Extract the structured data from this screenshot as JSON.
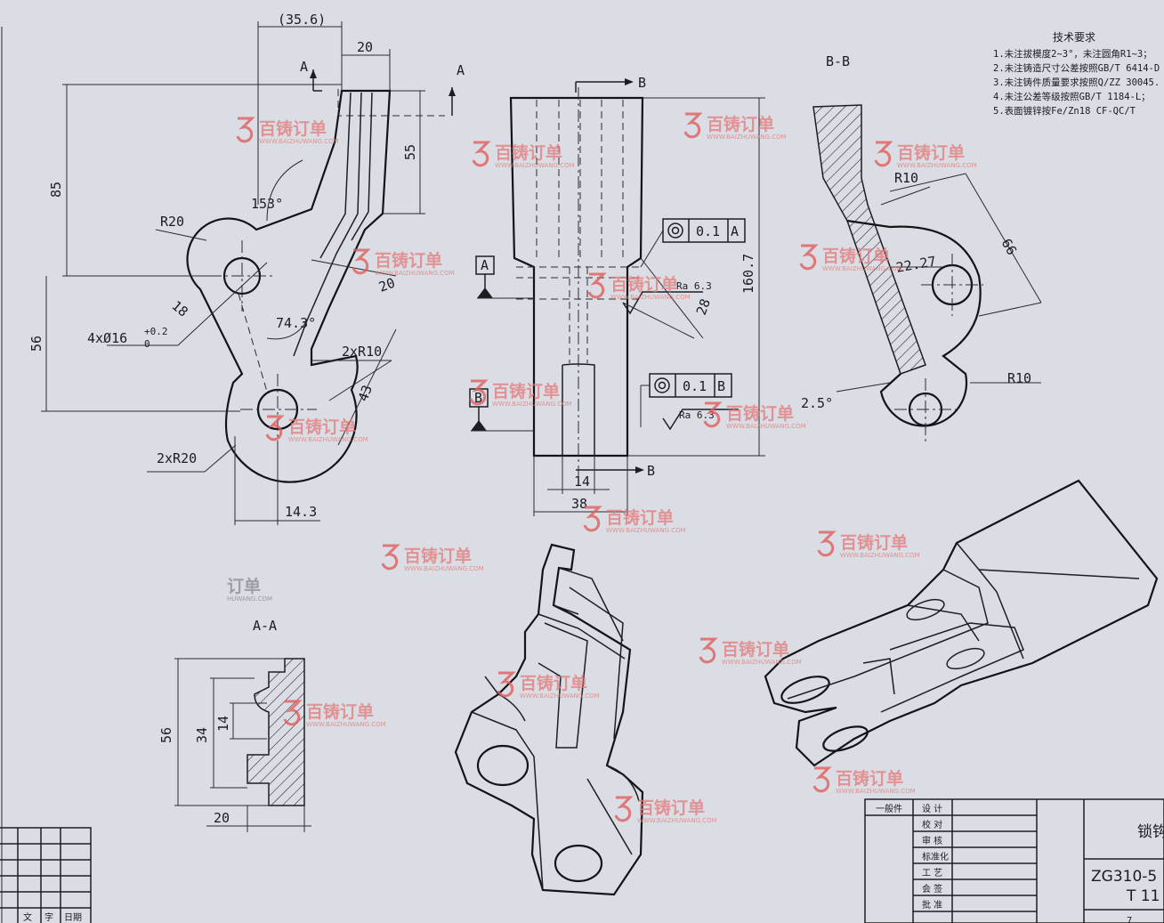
{
  "tech_requirements": {
    "title": "技术要求",
    "items": [
      "1.未注拔模度2~3°，未注圆角R1~3；",
      "2.未注铸造尺寸公差按照GB/T 6414-D",
      "3.未注铸件质量要求按照Q/ZZ 30045.",
      "4.未注公差等级按照GB/T 1184-L；",
      "5.表面镀锌按Fe/Zn18 CF-QC/T"
    ]
  },
  "views": {
    "front": {
      "dims": [
        "(35.6)",
        "20",
        "55",
        "85",
        "153°",
        "R20",
        "18",
        "4xØ16",
        "+0.2",
        "0",
        "74.3°",
        "20",
        "2xR10",
        "43",
        "56",
        "2xR20",
        "14.3"
      ],
      "section_marks": [
        "A",
        "A"
      ]
    },
    "side": {
      "section_marks": [
        "B",
        "B"
      ],
      "datums": [
        "A",
        "B"
      ],
      "fcf": [
        {
          "tol": "0.1",
          "datum": "A"
        },
        {
          "tol": "0.1",
          "datum": "B"
        }
      ],
      "roughness": [
        "Ra 6.3",
        "Ra 6.3"
      ],
      "dims": [
        "160.7",
        "28",
        "14",
        "38"
      ]
    },
    "section_bb": {
      "label": "B-B",
      "dims": [
        "R10",
        "66",
        "22.27",
        "2.5°",
        "R10"
      ]
    },
    "section_aa": {
      "label": "A-A",
      "dims": [
        "56",
        "34",
        "14",
        "20"
      ]
    }
  },
  "title_block": {
    "rows": [
      "设 计",
      "校 对",
      "审 核",
      "标准化",
      "工 艺",
      "会 签",
      "批 准"
    ],
    "left_label": "一般件",
    "part_name": "锁钩",
    "material": "ZG310-5",
    "code": "T 11",
    "sheet_mark": "7"
  },
  "bottom_left_table": {
    "labels": [
      "文",
      "字",
      "日期"
    ]
  },
  "watermark": {
    "text": "百铸订单",
    "url": "WWW.BAIZHUWANG.COM",
    "partial_text": "订单",
    "partial_url": "HUWANG.COM",
    "partial_text2": "百铸",
    "partial_url2": "WWW.BAIZHI"
  },
  "colors": {
    "paper": "#dadde3",
    "ink": "#1e1e22",
    "watermark": "#e05d5d"
  }
}
